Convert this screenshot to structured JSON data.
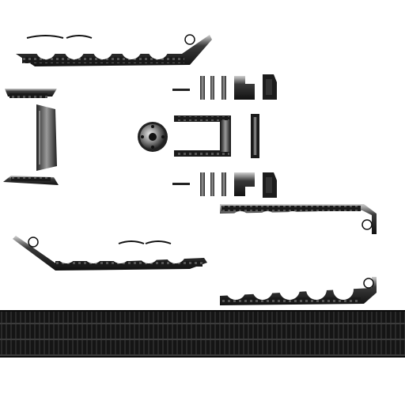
{
  "atlas": {
    "background": "#ffffff",
    "colors": {
      "steel_dark": "#1a1a1a",
      "steel_mid": "#3a3a3a",
      "steel_light": "#9a9a9a",
      "edge_highlight": "#d8d8d8"
    },
    "pieces": [
      "track-guard-top-left",
      "side-plate-left-top",
      "side-plate-left-center",
      "side-plate-left-bottom",
      "drive-sprocket",
      "tow-hook-top",
      "tow-hook-bottom",
      "suspension-bracket",
      "bracket-bar",
      "track-guard-bottom-left",
      "track-guard-right-top",
      "track-guard-right-bottom",
      "track-belt-strip"
    ]
  }
}
